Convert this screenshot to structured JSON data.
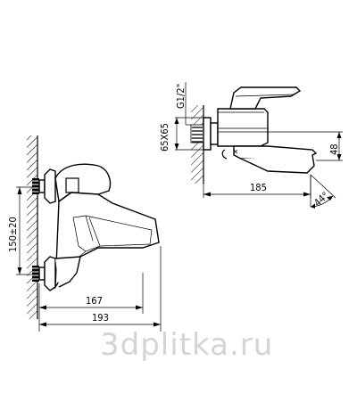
{
  "labels": {
    "front_height": "150±20",
    "front_width_inner": "167",
    "front_width_outer": "193",
    "side_thread": "G1/2\"",
    "side_flange": "65X65",
    "side_height": "48",
    "side_reach": "185",
    "side_angle": "44°"
  },
  "watermark": "3dplitka.ru",
  "colors": {
    "line": "#000000",
    "hatch": "#000000",
    "watermark": "#d4d4d4",
    "background": "#ffffff"
  }
}
